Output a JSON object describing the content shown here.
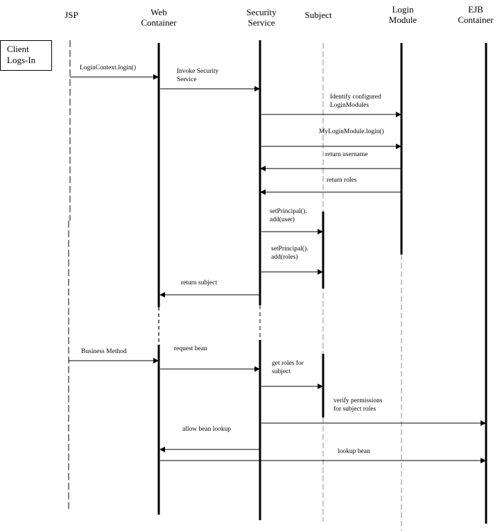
{
  "participants": [
    {
      "id": "jsp",
      "label": "JSP"
    },
    {
      "id": "web",
      "label": "Web\nContainer"
    },
    {
      "id": "sec",
      "label": "Security\nService"
    },
    {
      "id": "subj",
      "label": "Subject"
    },
    {
      "id": "login",
      "label": "Login\nModule"
    },
    {
      "id": "ejb",
      "label": "EJB\nContainer"
    }
  ],
  "client_box": "Client\nLogs-In",
  "messages": [
    {
      "label": "LoginContext.login()"
    },
    {
      "label": "Invoke Security\nService"
    },
    {
      "label": "Identify configured\nLoginModules"
    },
    {
      "label": "MyLoginModule.login()"
    },
    {
      "label": "return username"
    },
    {
      "label": "return roles"
    },
    {
      "label": "setPrincipal().\nadd(user)"
    },
    {
      "label": "setPrincipal().\nadd(roles)"
    },
    {
      "label": "return subject"
    },
    {
      "label": "Business Method"
    },
    {
      "label": "request bean"
    },
    {
      "label": "get roles for\nsubject"
    },
    {
      "label": "verify permissions\nfor subject roles"
    },
    {
      "label": "allow bean lookup"
    },
    {
      "label": "lookup bean"
    }
  ]
}
